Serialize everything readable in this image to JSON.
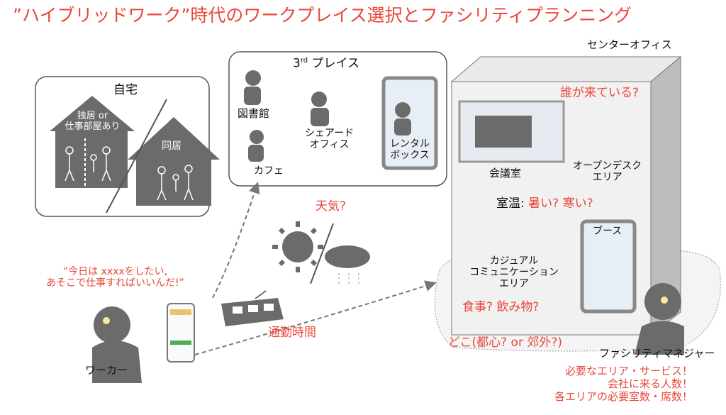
{
  "title": "”ハイブリッドワーク”時代のワークプレイス選択とファシリティプランニング",
  "home": {
    "label": "自宅",
    "house_single": "独居 or\n仕事部屋あり",
    "house_shared": "同居"
  },
  "third_place": {
    "label_main": "3",
    "label_sup": "rd",
    "label_rest": " プレイス",
    "library": "図書館",
    "cafe": "カフェ",
    "shared_office": "シェアード\nオフィス",
    "rental_box": "レンタル\nボックス"
  },
  "center_office": {
    "label": "センターオフィス",
    "who": "誰が来ている?",
    "meeting_room": "会議室",
    "open_desk": "オープンデスク\nエリア",
    "temperature": "室温: ",
    "temperature_q": "暑い? 寒い?",
    "booth": "ブース",
    "casual": "カジュアル\nコミュニケーション\nエリア",
    "food": "食事? 飲み物?",
    "where": "どこ(都心? or 郊外?)"
  },
  "weather": "天気?",
  "commute": "通勤時間",
  "worker": {
    "label": "ワーカー",
    "quote": "“今日は xxxxをしたい,\nあそこで仕事すればいいんだ!”"
  },
  "manager": {
    "label": "ファシリティマネジャー",
    "needs": [
      "必要なエリア・サービス！",
      "会社に来る人数！",
      "各エリアの必要室数・席数！"
    ]
  },
  "colors": {
    "accent": "#e8473a",
    "figure": "#6b6b6b"
  }
}
